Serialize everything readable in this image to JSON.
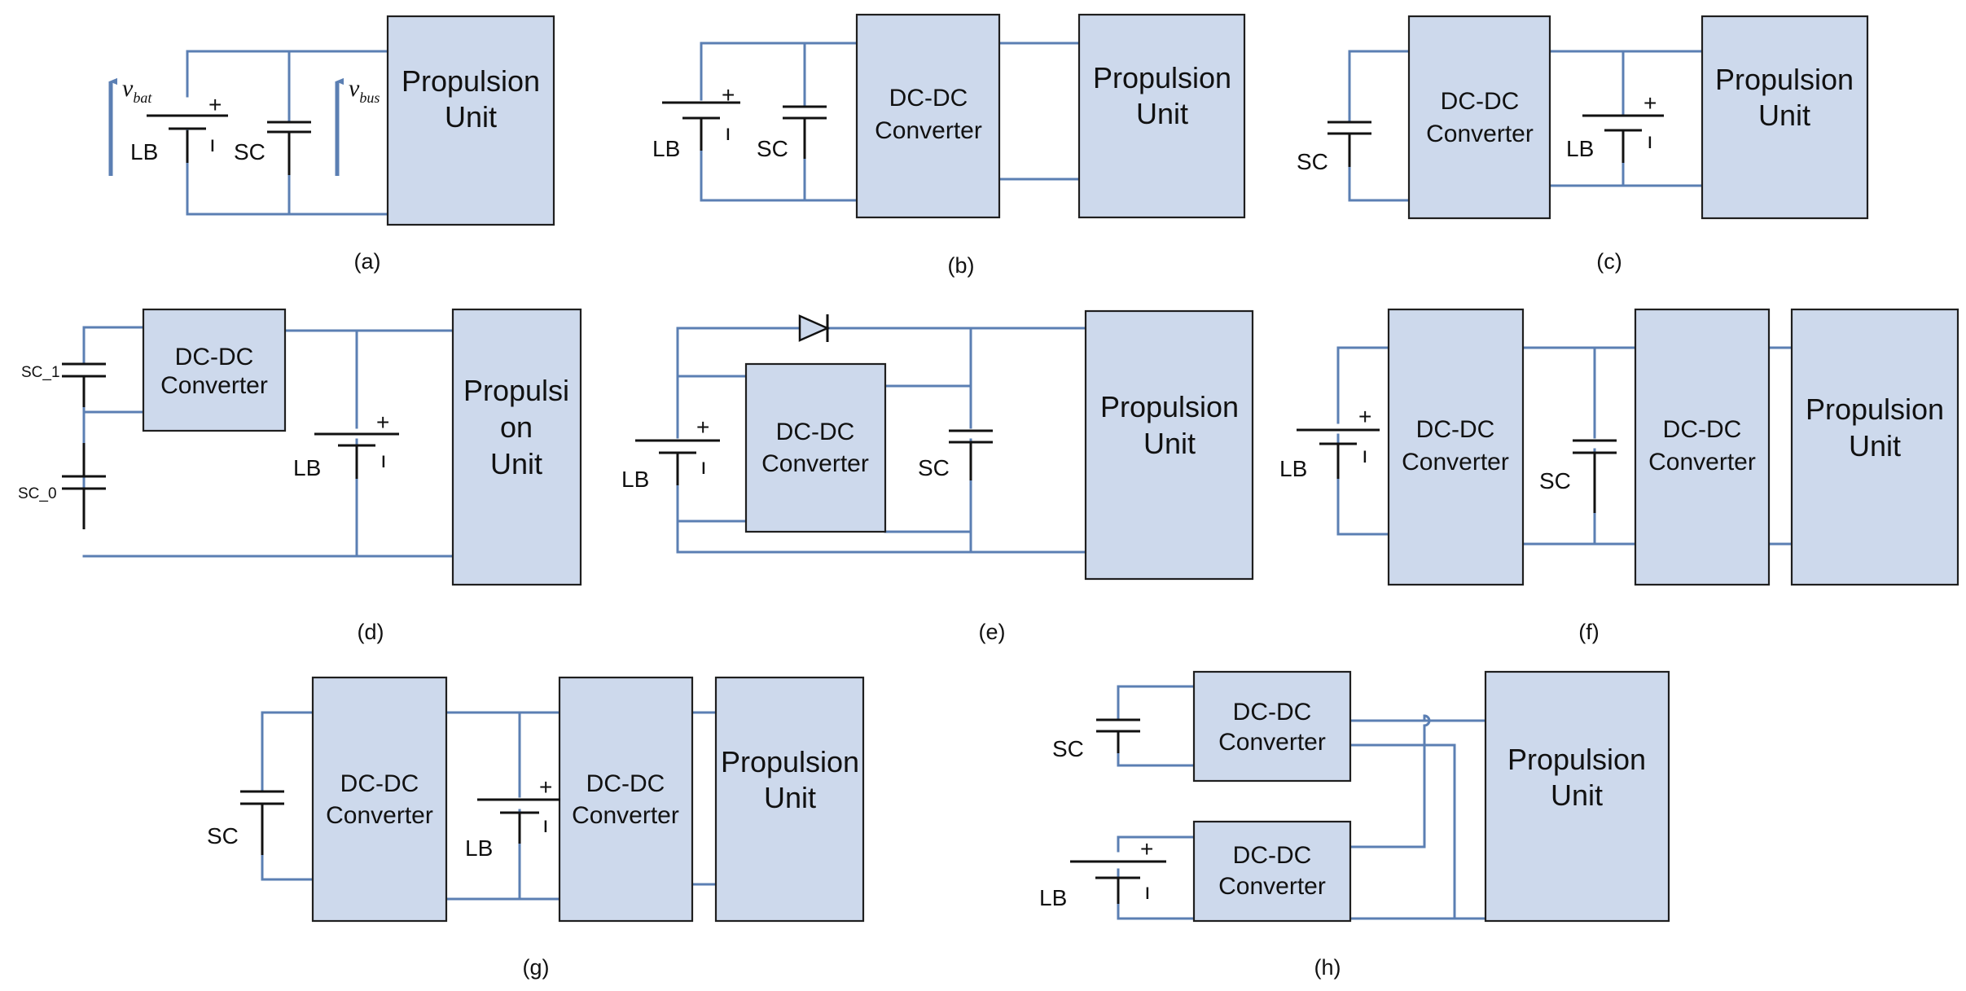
{
  "labels": {
    "propulsion": "Propulsion",
    "unit": "Unit",
    "dcdc": "DC-DC",
    "converter": "Converter",
    "propulsi": "Propulsi",
    "on": "on",
    "lb": "LB",
    "sc": "SC",
    "sc1": "SC_1",
    "sc0": "SC_0",
    "plus": "+",
    "minus": "ı",
    "v": "v",
    "bat": "bat",
    "bus": "bus"
  },
  "captions": [
    "(a)",
    "(b)",
    "(c)",
    "(d)",
    "(e)",
    "(f)",
    "(g)",
    "(h)"
  ],
  "colors": {
    "block_fill": "#cdd9ec",
    "wire": "#5b7fb3",
    "arrow": "#5b7fb3"
  }
}
